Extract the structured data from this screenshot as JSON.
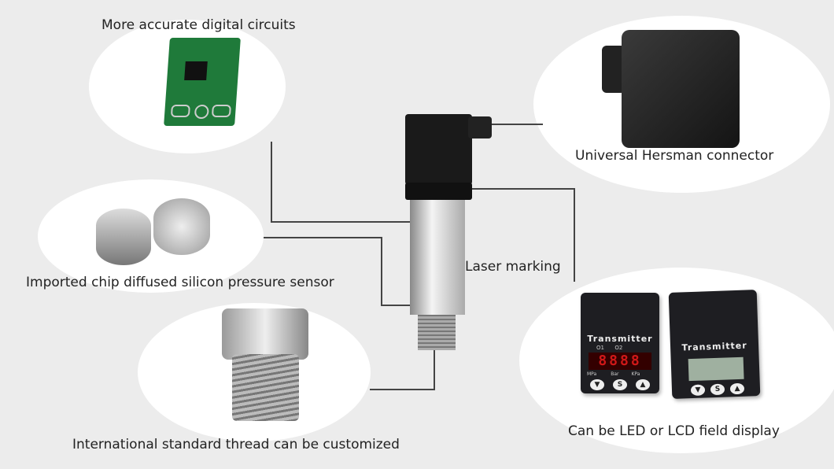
{
  "labels": {
    "circuits": "More accurate digital circuits",
    "connector": "Universal Hersman connector",
    "sensor": "Imported chip diffused silicon pressure sensor",
    "laser": "Laser marking",
    "thread": "International standard thread can be customized",
    "display": "Can be LED or LCD field display"
  },
  "displays": {
    "brand": "Transmitter",
    "led_out1": "O1",
    "led_out2": "O2",
    "led_digits": "8888",
    "unit_mpa": "MPa",
    "unit_bar": "Bar",
    "unit_kpa": "KPa",
    "btn_set": "S"
  },
  "colors": {
    "background": "#ececec",
    "line": "#444444",
    "led": "#d01818",
    "lcd": "#9fb0a0"
  }
}
